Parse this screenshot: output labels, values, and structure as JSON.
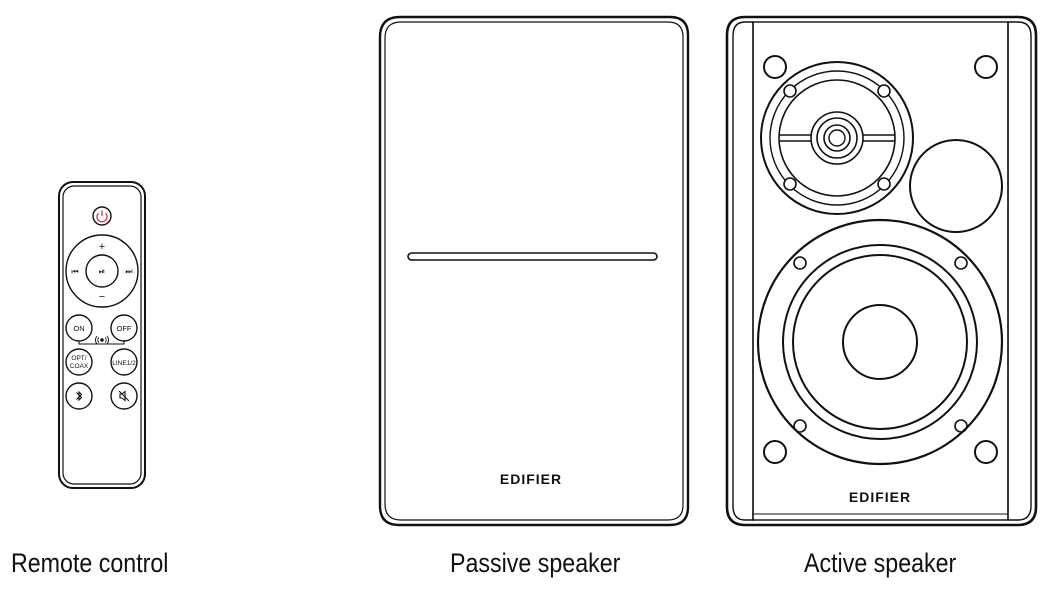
{
  "captions": {
    "remote": "Remote control",
    "passive": "Passive speaker",
    "active": "Active speaker"
  },
  "remote": {
    "on_label": "ON",
    "off_label": "OFF",
    "optical_label_1": "OPT/",
    "optical_label_2": "COAX",
    "line_label": "LINE1/2",
    "plus_symbol": "+",
    "minus_symbol": "−",
    "prev_symbol": "⏮",
    "next_symbol": "⏭",
    "play_symbol": "⏯",
    "power_icon": "power-icon",
    "bluetooth_icon": "bluetooth-icon",
    "mute_icon": "mute-icon",
    "wireless_icon": "wireless-icon",
    "power_color": "#d63a4a"
  },
  "passive_speaker": {
    "brand": "EDIFIER"
  },
  "active_speaker": {
    "brand": "EDIFIER"
  }
}
